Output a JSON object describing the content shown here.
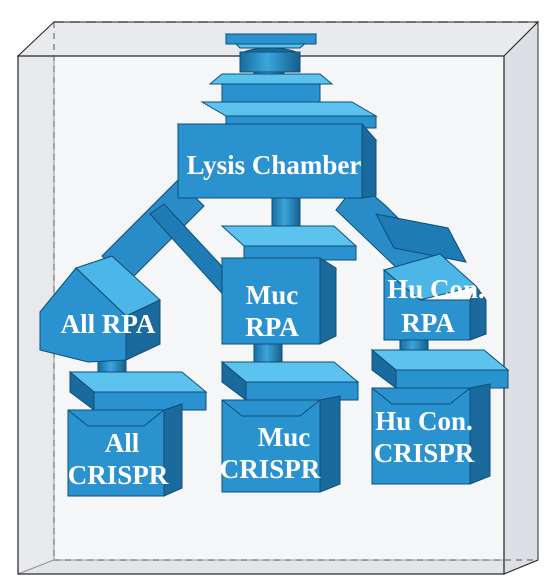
{
  "diagram": {
    "labels": {
      "lysis": "Lysis Chamber",
      "all_rpa": "All RPA",
      "muc_rpa_line1": "Muc",
      "muc_rpa_line2": "RPA",
      "hu_rpa_line1": "Hu Con.",
      "hu_rpa_line2": "RPA",
      "all_crispr_line1": "All",
      "all_crispr_line2": "CRISPR",
      "muc_crispr_line1": "Muc",
      "muc_crispr_line2": "CRISPR",
      "hu_crispr_line1": "Hu Con.",
      "hu_crispr_line2": "CRISPR"
    },
    "colors": {
      "face": "#2a93cf",
      "top": "#5cc2ee",
      "side": "#1a6a9e",
      "edge": "#0e4e78",
      "enclosure": "#c8ccd2",
      "enclosure_edge": "#222222"
    }
  }
}
